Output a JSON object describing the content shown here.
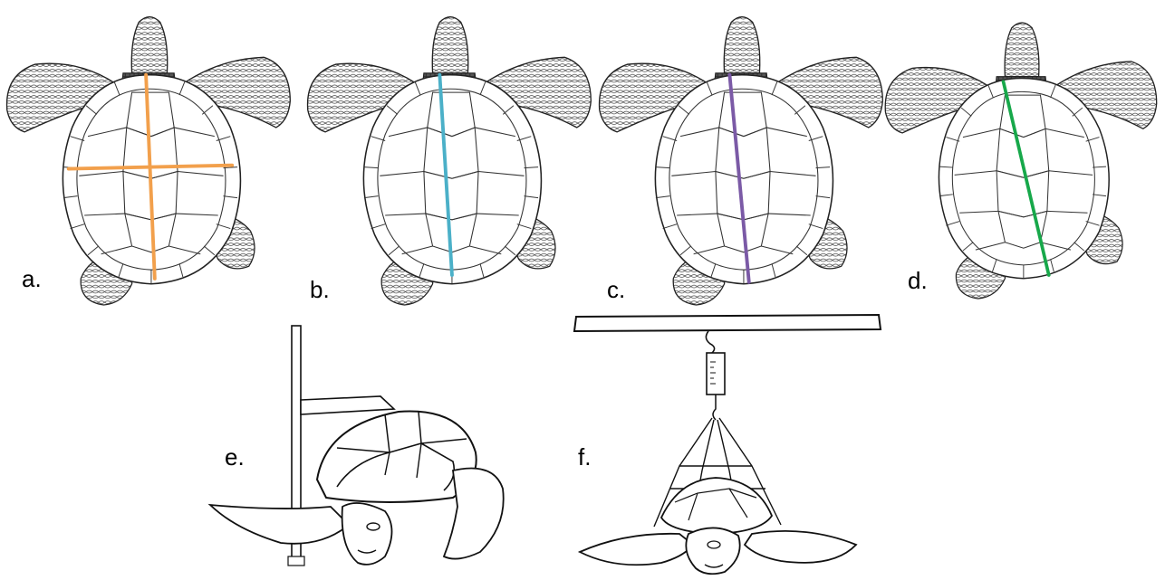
{
  "figure": {
    "panels": [
      {
        "id": "a",
        "label": "a.",
        "line_color": "#f2a04c",
        "description_shown": "curved width and length cross"
      },
      {
        "id": "b",
        "label": "b.",
        "line_color": "#4bb0c8"
      },
      {
        "id": "c",
        "label": "c.",
        "line_color": "#7b5aa6"
      },
      {
        "id": "d",
        "label": "d.",
        "line_color": "#17a84a"
      },
      {
        "id": "e",
        "label": "e."
      },
      {
        "id": "f",
        "label": "f."
      }
    ]
  }
}
